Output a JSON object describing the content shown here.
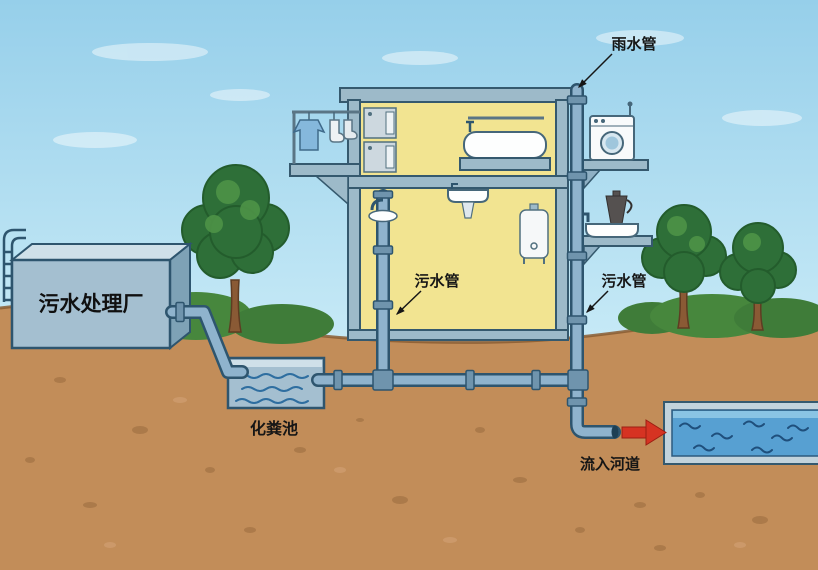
{
  "diagram": {
    "title": "household-drainage-and-sewage-diagram",
    "labels": {
      "rain_pipe": "雨水管",
      "sewage_pipe_indoor": "污水管",
      "sewage_pipe_outdoor": "污水管",
      "treatment_plant": "污水处理厂",
      "septic_tank": "化粪池",
      "flow_into_river": "流入河道"
    },
    "colors": {
      "sky": "#9fd4ec",
      "ground": "#c28d59",
      "house_wall": "#f2e491",
      "slab": "#9dbac9",
      "pipe": "#8fb3cd",
      "pipe_outline": "#2e556e",
      "tank": "#a4bfd0",
      "water": "#57a0d2",
      "tree": "#2e6f38",
      "arrow_red": "#d63322"
    }
  }
}
